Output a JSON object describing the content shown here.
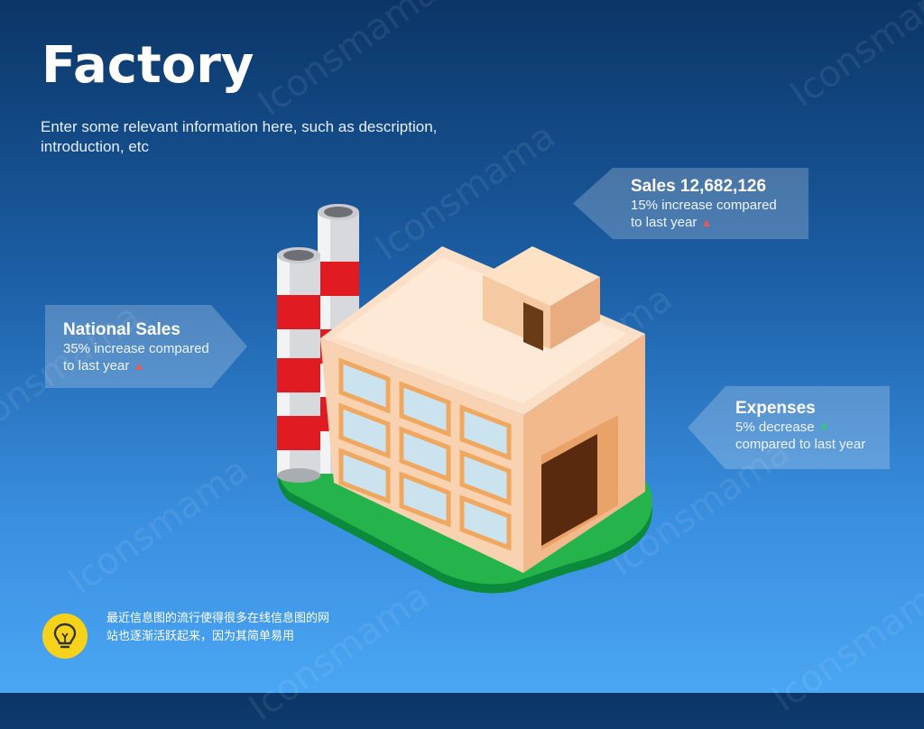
{
  "title": "Factory",
  "subtitle": "Enter some relevant information here, such as description, introduction, etc",
  "watermark": "Iconsmama",
  "callouts": {
    "sales": {
      "heading": "Sales 12,682,126",
      "line1": "15% increase compared",
      "line2": "to last year",
      "trend": "up"
    },
    "national": {
      "heading": "National Sales",
      "line1": "35% increase compared",
      "line2": "to last year",
      "trend": "up"
    },
    "expenses": {
      "heading": "Expenses",
      "line1": "5% decrease",
      "line2": "compared to last year",
      "trend": "down"
    }
  },
  "tip": {
    "icon": "lightbulb-icon",
    "text": "最近信息图的流行使得很多在线信息图的网站也逐渐活跃起来，因为其简单易用"
  },
  "colors": {
    "up": "#e85a57",
    "down": "#2ecc71",
    "tip_icon_bg": "#f7d21a",
    "callout_fill": "rgba(255,255,255,0.22)"
  }
}
